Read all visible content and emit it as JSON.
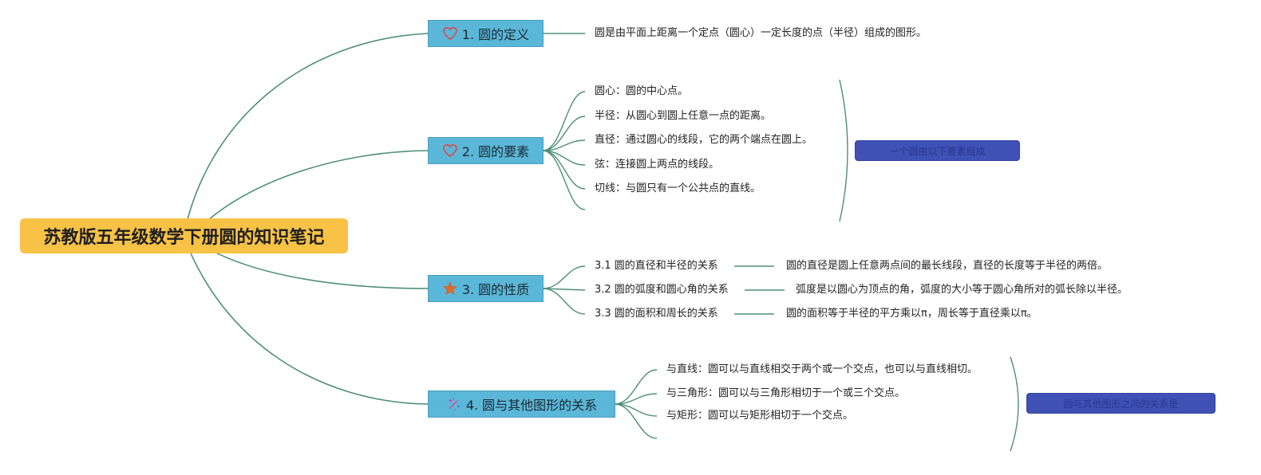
{
  "root": {
    "title": "苏教版五年级数学下册圆的知识笔记"
  },
  "colors": {
    "root": "#f7c245",
    "branch": "#5ab7d8",
    "line": "#4e8f78",
    "summary": "#3f51b5"
  },
  "branches": [
    {
      "label": "1. 圆的定义",
      "icon": "heart-outline-icon",
      "children": [
        {
          "text": "圆是由平面上距离一个定点（圆心）一定长度的点（半径）组成的图形。"
        }
      ]
    },
    {
      "label": "2. 圆的要素",
      "icon": "heart-outline-icon",
      "children": [
        {
          "text": "圆心：圆的中心点。"
        },
        {
          "text": "半径：从圆心到圆上任意一点的距离。"
        },
        {
          "text": "直径：通过圆心的线段，它的两个端点在圆上。"
        },
        {
          "text": "弦：连接圆上两点的线段。"
        },
        {
          "text": "切线：与圆只有一个公共点的直线。"
        }
      ],
      "summary": "一个圆由以下要素组成"
    },
    {
      "label": "3. 圆的性质",
      "icon": "star-icon",
      "children": [
        {
          "text": "3.1 圆的直径和半径的关系",
          "detail": "圆的直径是圆上任意两点间的最长线段，直径的长度等于半径的两倍。"
        },
        {
          "text": "3.2 圆的弧度和圆心角的关系",
          "detail": "弧度是以圆心为顶点的角，弧度的大小等于圆心角所对的弧长除以半径。"
        },
        {
          "text": "3.3 圆的面积和周长的关系",
          "detail": "圆的面积等于半径的平方乘以π，周长等于直径乘以π。"
        }
      ]
    },
    {
      "label": "4. 圆与其他图形的关系",
      "icon": "magic-wand-icon",
      "children": [
        {
          "text": "与直线：圆可以与直线相交于两个或一个交点，也可以与直线相切。"
        },
        {
          "text": "与三角形：圆可以与三角形相切于一个或三个交点。"
        },
        {
          "text": "与矩形：圆可以与矩形相切于一个交点。"
        }
      ],
      "summary": "圆与其他图形之间的关系是"
    }
  ]
}
